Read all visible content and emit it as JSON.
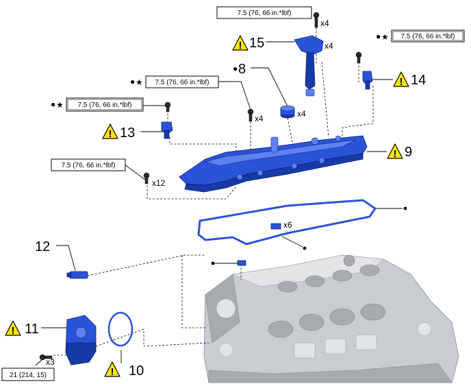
{
  "torque_labels": {
    "top": "7.5 (76, 66 in.*lbf)",
    "right": "7.5 (76, 66 in.*lbf)",
    "mid": "7.5 (76, 66 in.*lbf)",
    "left": "7.5 (76, 66 in.*lbf)",
    "lower": "7.5 (76, 66 in.*lbf)",
    "bottom": "21 (214, 15)"
  },
  "callouts": {
    "p8": "8",
    "p9": "9",
    "p10": "10",
    "p11": "11",
    "p12": "12",
    "p13": "13",
    "p14": "14",
    "p15": "15"
  },
  "quantities": {
    "q_top_bolt": "x4",
    "q_coil": "x4",
    "q_mid_bolt": "x4",
    "q_plug": "x4",
    "q_cover_bolt": "x12",
    "q_gasket": "x6",
    "q_pump_bolt": "x3"
  },
  "symbols": {
    "dot": "●",
    "star": "★",
    "warning": "!"
  },
  "colors": {
    "part_blue": "#2a54d8",
    "warning_yellow": "#ffe600",
    "engine_gray": "#c9ccd0"
  }
}
